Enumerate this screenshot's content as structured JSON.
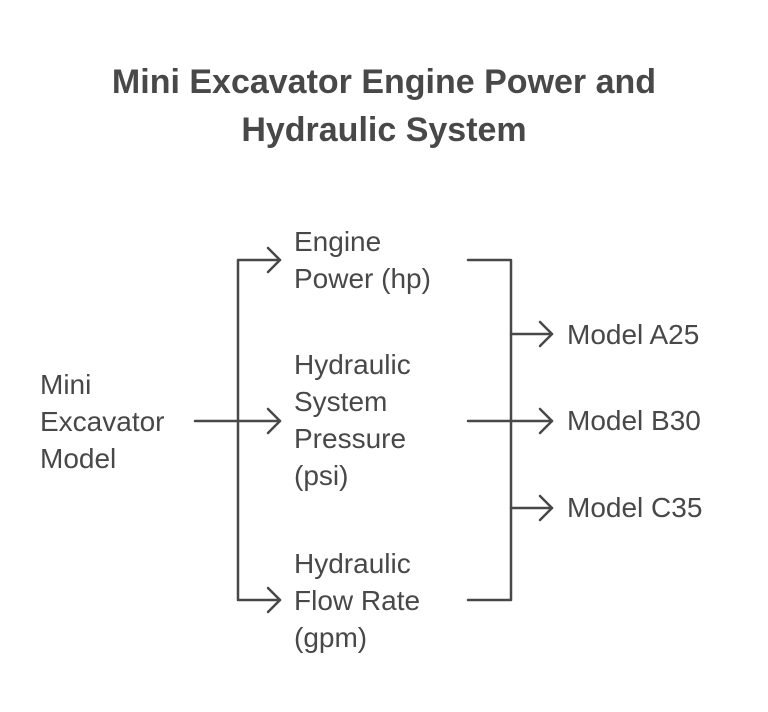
{
  "title": {
    "line1": "Mini Excavator Engine Power and",
    "line2": "Hydraulic System"
  },
  "source": {
    "lines": [
      "Mini",
      "Excavator",
      "Model"
    ]
  },
  "attributes": [
    {
      "lines": [
        "Engine",
        "Power (hp)"
      ]
    },
    {
      "lines": [
        "Hydraulic",
        "System",
        "Pressure",
        "(psi)"
      ]
    },
    {
      "lines": [
        "Hydraulic",
        "Flow Rate",
        "(gpm)"
      ]
    }
  ],
  "models": [
    {
      "label": "Model A25"
    },
    {
      "label": "Model B30"
    },
    {
      "label": "Model C35"
    }
  ],
  "colors": {
    "text": "#484848",
    "connector": "#484848"
  }
}
